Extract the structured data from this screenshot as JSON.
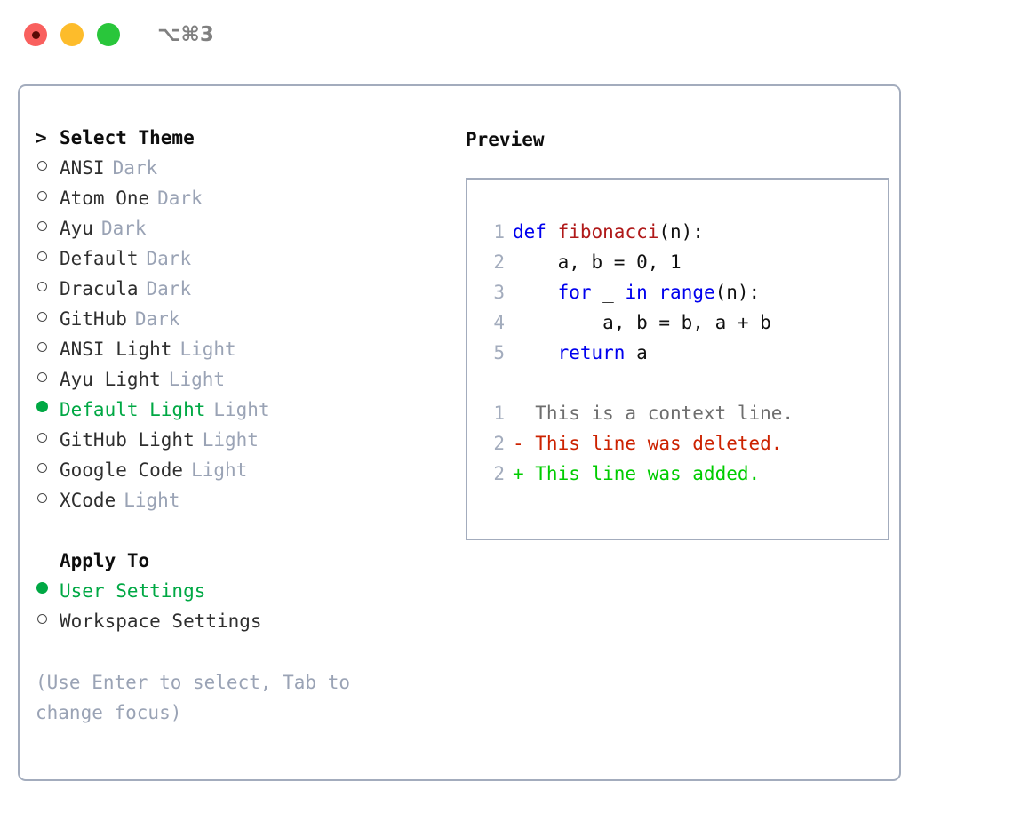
{
  "titlebar": {
    "buttons": [
      {
        "name": "close",
        "color": "#f9605e"
      },
      {
        "name": "minimize",
        "color": "#fdbc2b"
      },
      {
        "name": "maximize",
        "color": "#29c63b"
      }
    ],
    "shortcut": "⌥⌘3"
  },
  "left": {
    "header": {
      "marker": ">",
      "label": "Select Theme"
    },
    "themes": [
      {
        "marker": "o",
        "selected": false,
        "label": "ANSI",
        "tag": "Dark"
      },
      {
        "marker": "o",
        "selected": false,
        "label": "Atom One",
        "tag": "Dark"
      },
      {
        "marker": "o",
        "selected": false,
        "label": "Ayu",
        "tag": "Dark"
      },
      {
        "marker": "o",
        "selected": false,
        "label": "Default",
        "tag": "Dark"
      },
      {
        "marker": "o",
        "selected": false,
        "label": "Dracula",
        "tag": "Dark"
      },
      {
        "marker": "o",
        "selected": false,
        "label": "GitHub",
        "tag": "Dark"
      },
      {
        "marker": "o",
        "selected": false,
        "label": "ANSI Light",
        "tag": "Light"
      },
      {
        "marker": "o",
        "selected": false,
        "label": "Ayu Light",
        "tag": "Light"
      },
      {
        "marker": "●",
        "selected": true,
        "label": "Default Light",
        "tag": "Light"
      },
      {
        "marker": "o",
        "selected": false,
        "label": "GitHub Light",
        "tag": "Light"
      },
      {
        "marker": "o",
        "selected": false,
        "label": "Google Code",
        "tag": "Light"
      },
      {
        "marker": "o",
        "selected": false,
        "label": "XCode",
        "tag": "Light"
      }
    ],
    "apply_to": {
      "header": "Apply To",
      "options": [
        {
          "label": "User Settings",
          "selected": true
        },
        {
          "label": "Workspace Settings",
          "selected": false
        }
      ]
    },
    "hint": "(Use Enter to select, Tab to change focus)"
  },
  "right": {
    "title": "Preview",
    "code_lines": [
      {
        "num": "1",
        "tokens": [
          {
            "t": "def",
            "c": "kw"
          },
          {
            "t": " ",
            "c": "plain"
          },
          {
            "t": "fibonacci",
            "c": "fn"
          },
          {
            "t": "(n):",
            "c": "plain"
          }
        ]
      },
      {
        "num": "2",
        "tokens": [
          {
            "t": "    a, b = 0, 1",
            "c": "plain"
          }
        ]
      },
      {
        "num": "3",
        "tokens": [
          {
            "t": "    ",
            "c": "plain"
          },
          {
            "t": "for",
            "c": "kw"
          },
          {
            "t": " _ ",
            "c": "plain"
          },
          {
            "t": "in",
            "c": "kw"
          },
          {
            "t": " ",
            "c": "plain"
          },
          {
            "t": "range",
            "c": "kw"
          },
          {
            "t": "(n):",
            "c": "plain"
          }
        ]
      },
      {
        "num": "4",
        "tokens": [
          {
            "t": "        a, b = b, a + b",
            "c": "plain"
          }
        ]
      },
      {
        "num": "5",
        "tokens": [
          {
            "t": "    ",
            "c": "plain"
          },
          {
            "t": "return",
            "c": "kw"
          },
          {
            "t": " a",
            "c": "plain"
          }
        ]
      }
    ],
    "diff_lines": [
      {
        "num": "1",
        "text": "  This is a context line.",
        "cls": "ctx"
      },
      {
        "num": "2",
        "text": "- This line was deleted.",
        "cls": "del"
      },
      {
        "num": "2",
        "text": "+ This line was added.",
        "cls": "add"
      }
    ]
  },
  "colors": {
    "accent_green": "#00a844",
    "diff_added": "#00cc00",
    "diff_deleted": "#cc2200",
    "keyword_blue": "#0000ee",
    "function_red": "#b01919",
    "muted": "#9aa3b5",
    "border": "#a3acbd"
  }
}
